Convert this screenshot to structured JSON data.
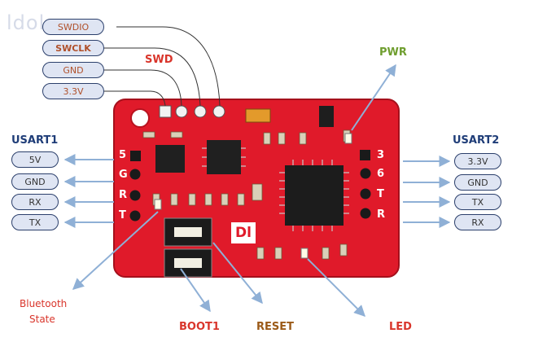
{
  "watermark": "ldol",
  "swd": {
    "title": "SWD",
    "pins": [
      "SWDIO",
      "SWCLK",
      "GND",
      "3.3V"
    ]
  },
  "usart1": {
    "title": "USART1",
    "pins": [
      "5V",
      "GND",
      "RX",
      "TX"
    ],
    "silk": [
      "5",
      "G",
      "R",
      "T"
    ]
  },
  "usart2": {
    "title": "USART2",
    "pins": [
      "3.3V",
      "GND",
      "TX",
      "RX"
    ],
    "silk": [
      "3",
      "6",
      "T",
      "R"
    ]
  },
  "labels": {
    "pwr": "PWR",
    "bluetooth_line1": "Bluetooth",
    "bluetooth_line2": "State",
    "boot": "BOOT1",
    "reset": "RESET",
    "led": "LED"
  },
  "board": {
    "logo": "Dl"
  },
  "colors": {
    "board": "#e01a2a",
    "arrow": "#8fb0d6",
    "pill_fill": "#dfe5f3",
    "pill_border": "#2b3f6b"
  }
}
